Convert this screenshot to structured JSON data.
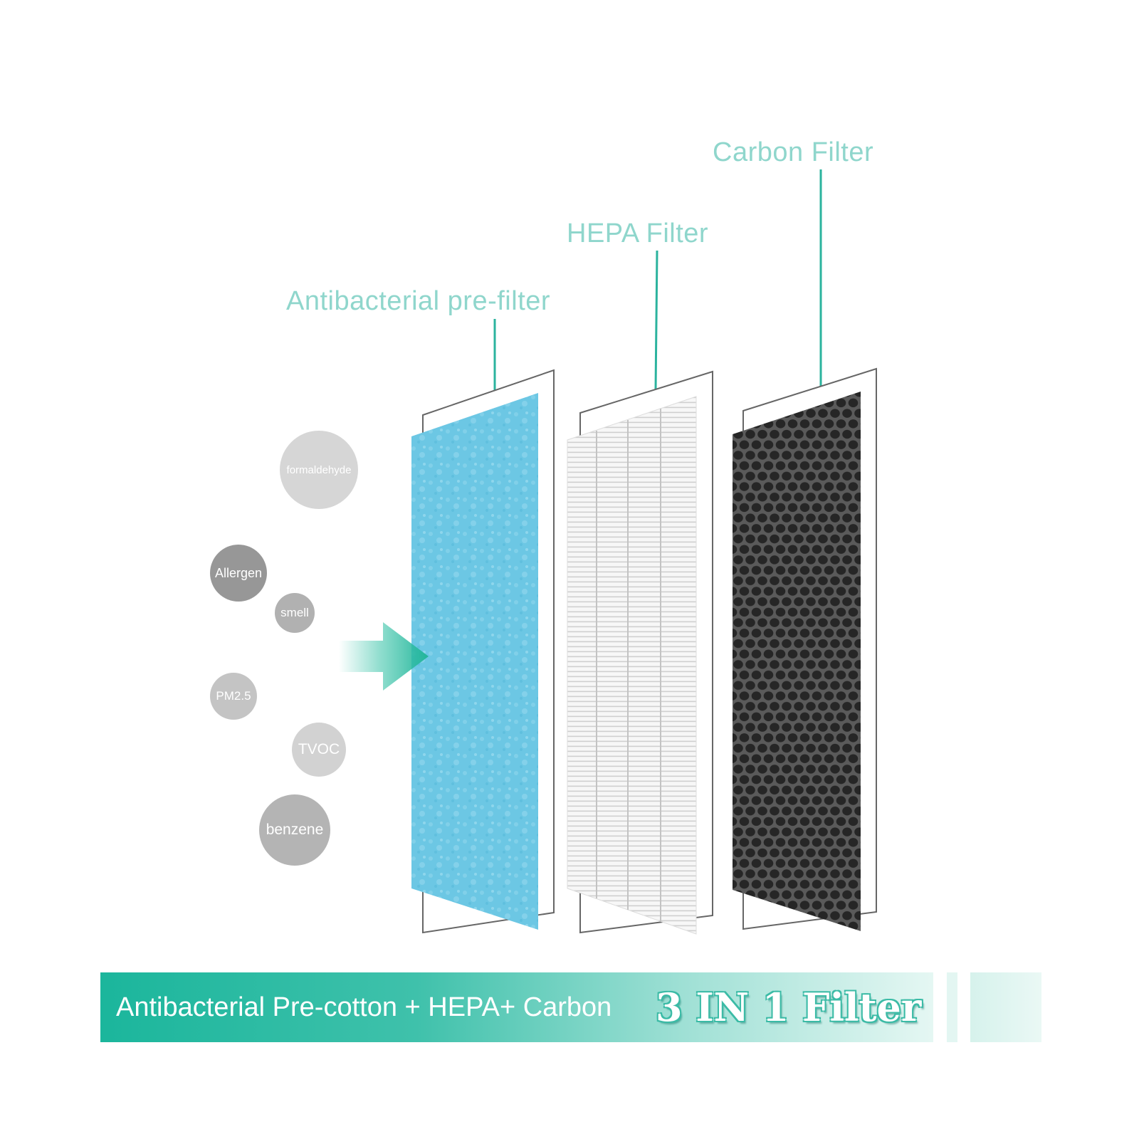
{
  "labels": {
    "pre_filter": "Antibacterial pre-filter",
    "hepa": "HEPA Filter",
    "carbon": "Carbon Filter"
  },
  "pollutants": [
    "formaldehyde",
    "Allergen",
    "smell",
    "PM2.5",
    "TVOC",
    "benzene"
  ],
  "banner": {
    "text": "Antibacterial Pre-cotton + HEPA+ Carbon",
    "title": "3 IN 1 Filter"
  },
  "colors": {
    "accent": "#1bb69c",
    "label_text": "#8fd6cc",
    "pre_filter": "#6ec9e6",
    "hepa": "#f4f4f4",
    "carbon": "#3d3d3d"
  },
  "icons": {
    "flow_arrow": "arrow-right-icon"
  }
}
